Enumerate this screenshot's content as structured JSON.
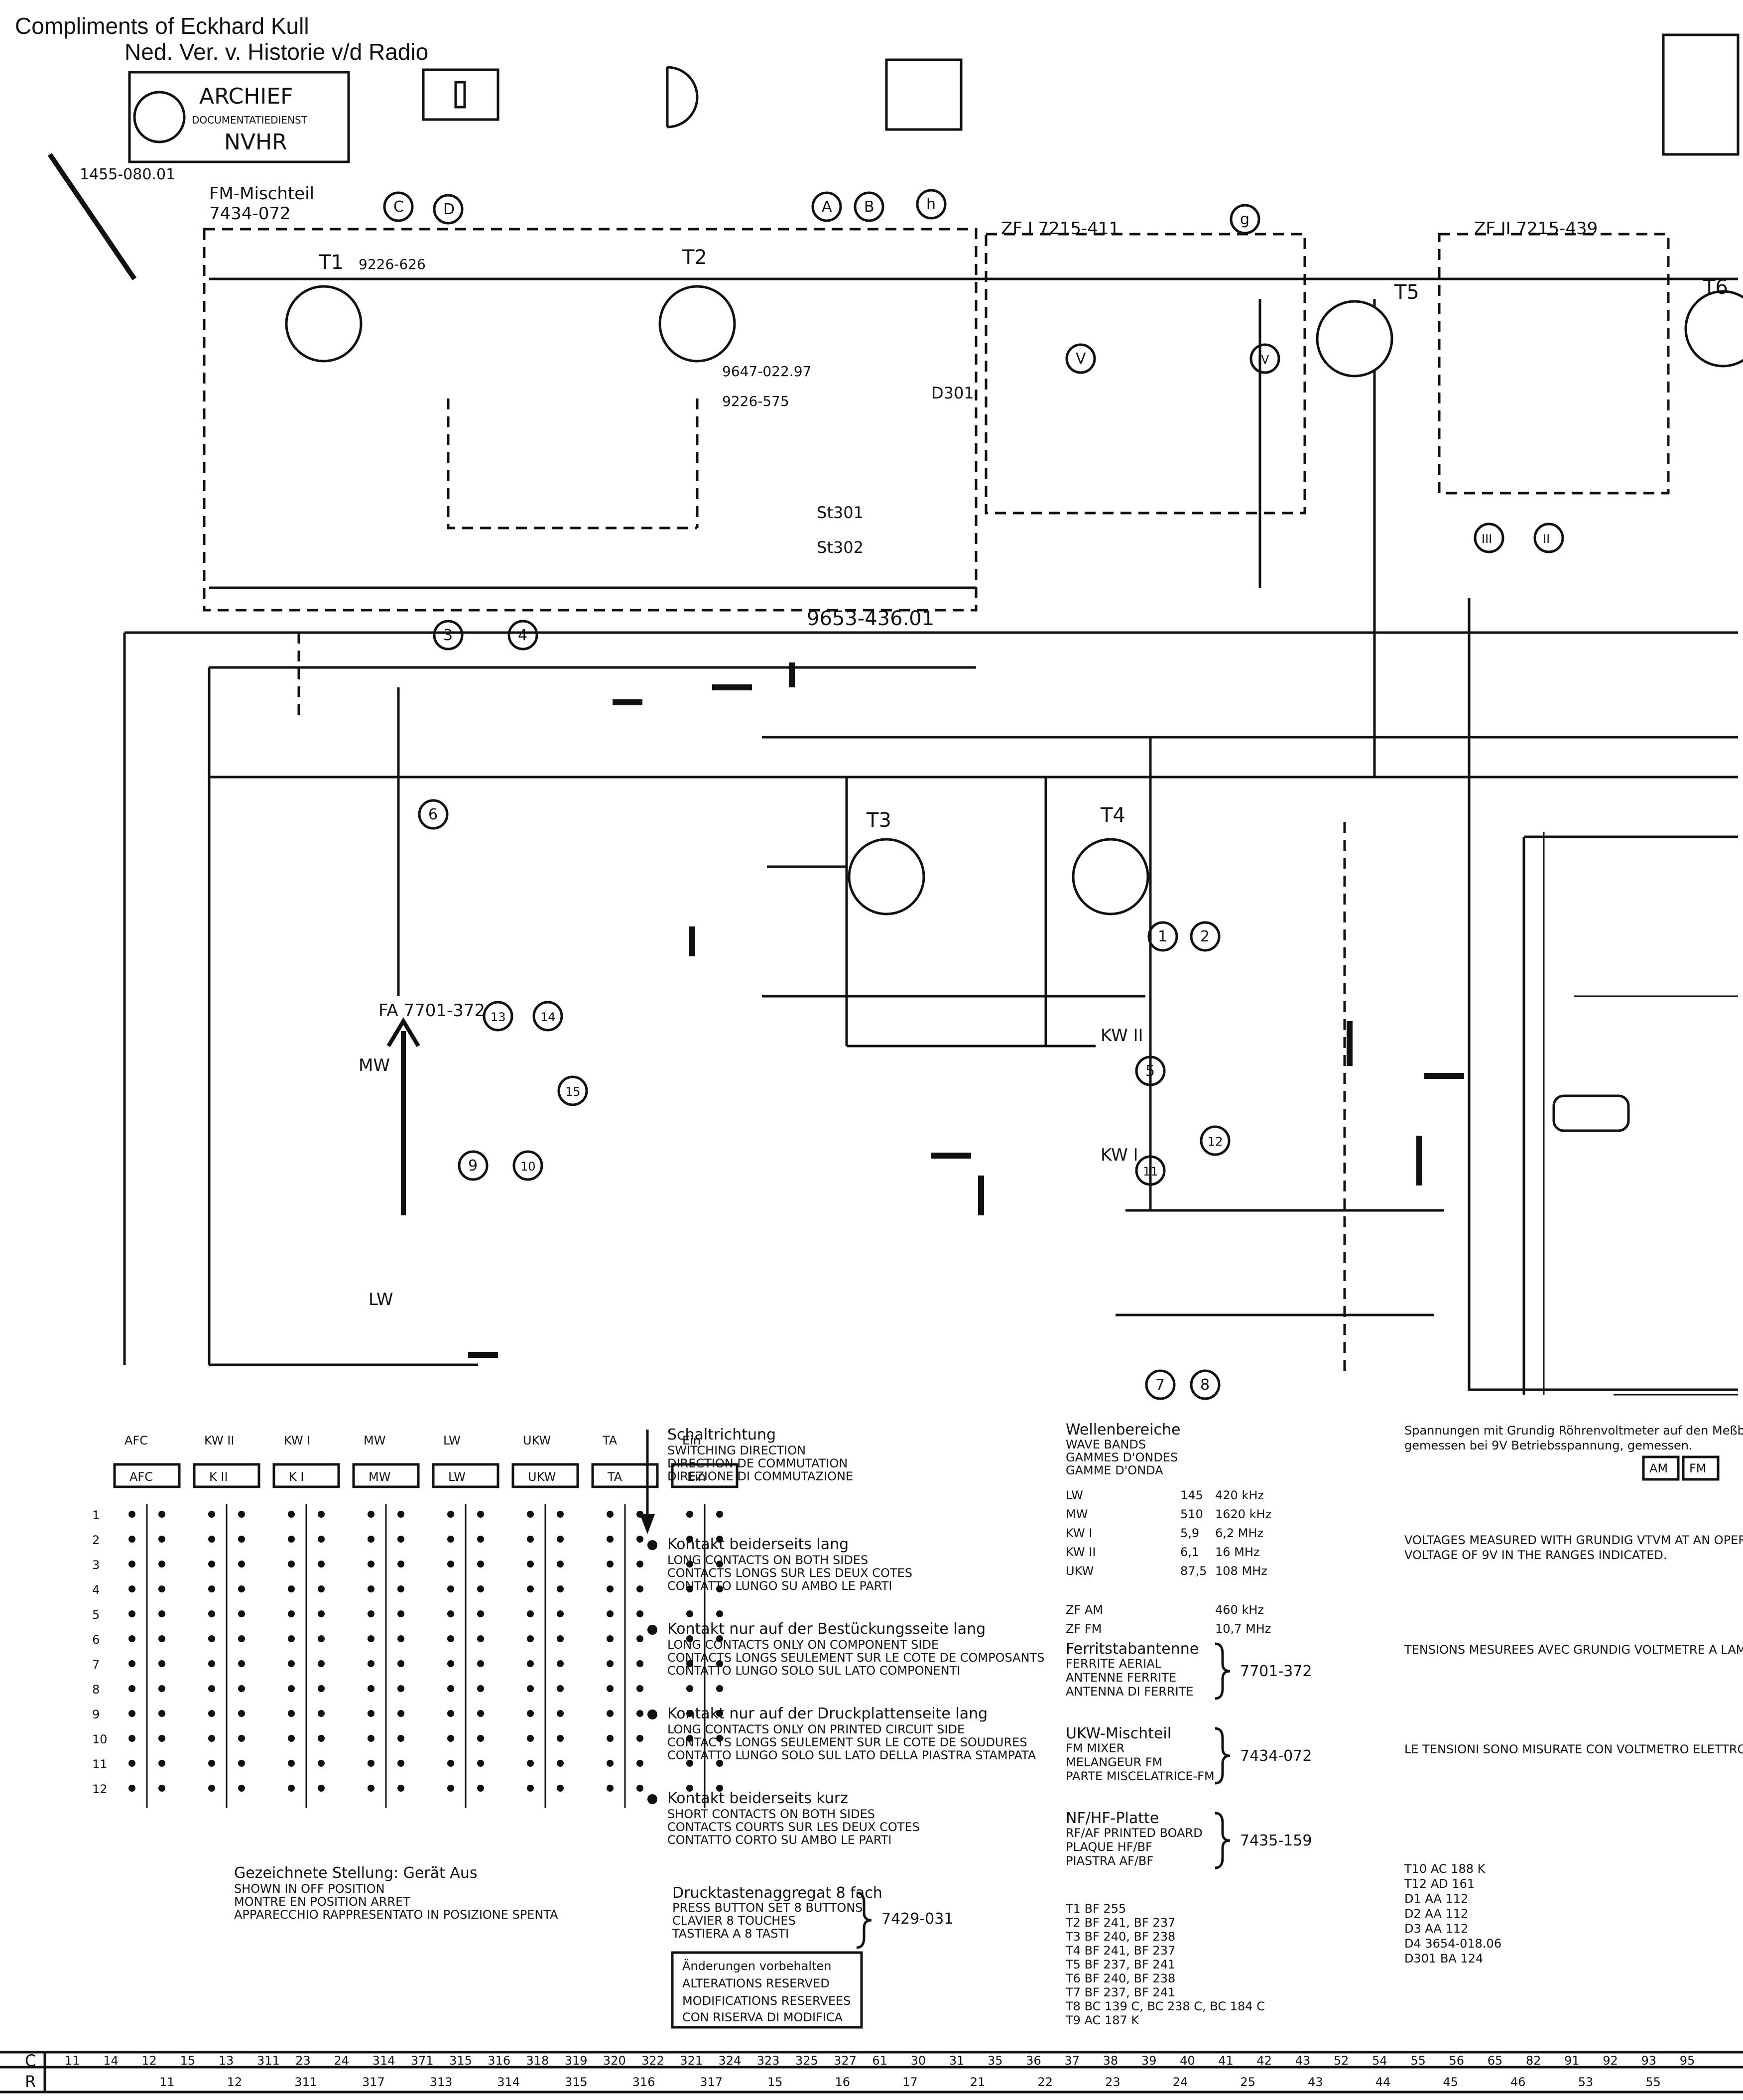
{
  "header": {
    "line1": "Compliments of Eckhard Kull",
    "line2": "Ned. Ver. v. Historie v/d Radio"
  },
  "stamp": {
    "title": "ARCHIEF",
    "subtitle": "DOCUMENTATIEDIENST",
    "org": "NVHR"
  },
  "antenna_label": "1455-080.01",
  "fm_mixer": {
    "title": "FM-Mischteil",
    "number": "7434-072"
  },
  "zf1": "ZF I  7215-411",
  "zf2": "ZF II  7215-439",
  "ferrite_label": "FA 7701-372",
  "band_labels": [
    "MW",
    "LW",
    "KW I",
    "KW II"
  ],
  "circle_labels": [
    "C",
    "D",
    "A",
    "B",
    "h",
    "g",
    "V",
    "IV",
    "3",
    "4",
    "6",
    "1",
    "2",
    "5",
    "12",
    "11",
    "7",
    "8",
    "13",
    "14",
    "15",
    "9",
    "10",
    "III",
    "II"
  ],
  "transistors": [
    "T1",
    "T2",
    "T3",
    "T4",
    "T5",
    "T6"
  ],
  "diodes": [
    "D301",
    "St301",
    "St302"
  ],
  "part_numbers": [
    "9653-436.01",
    "9226-626",
    "9226-575",
    "9647-022.97"
  ],
  "switch_headers": [
    {
      "top": "AFC",
      "box": "AFC"
    },
    {
      "top": "KW II",
      "box": "K II"
    },
    {
      "top": "KW I",
      "box": "K I"
    },
    {
      "top": "MW",
      "box": "MW"
    },
    {
      "top": "LW",
      "box": "LW"
    },
    {
      "top": "UKW",
      "box": "UKW"
    },
    {
      "top": "TA",
      "box": "TA"
    },
    {
      "top": "Ein",
      "box": "Ein"
    }
  ],
  "switch_rows": [
    "1",
    "2",
    "3",
    "4",
    "5",
    "6",
    "7",
    "8",
    "9",
    "10",
    "11",
    "12"
  ],
  "switch_caption": [
    "Gezeichnete Stellung: Gerät Aus",
    "SHOWN IN OFF POSITION",
    "MONTRE EN POSITION ARRET",
    "APPARECCHIO RAPPRESENTATO IN POSIZIONE SPENTA"
  ],
  "legend_direction": [
    "Schaltrichtung",
    "SWITCHING DIRECTION",
    "DIRECTION DE COMMUTATION",
    "DIREZIONE DI COMMUTAZIONE"
  ],
  "legend_contacts": [
    {
      "title": "Kontakt beiderseits lang",
      "lines": [
        "LONG CONTACTS ON BOTH SIDES",
        "CONTACTS LONGS SUR LES DEUX COTES",
        "CONTATTO LUNGO SU AMBO LE PARTI"
      ]
    },
    {
      "title": "Kontakt nur auf der Bestückungsseite lang",
      "lines": [
        "LONG CONTACTS ONLY ON COMPONENT SIDE",
        "CONTACTS LONGS SEULEMENT SUR LE COTE DE COMPOSANTS",
        "CONTATTO LUNGO SOLO SUL LATO COMPONENTI"
      ]
    },
    {
      "title": "Kontakt nur auf der Druckplattenseite lang",
      "lines": [
        "LONG CONTACTS ONLY ON PRINTED CIRCUIT SIDE",
        "CONTACTS LONGS SEULEMENT SUR LE COTE DE SOUDURES",
        "CONTATTO LUNGO SOLO SUL LATO DELLA PIASTRA STAMPATA"
      ]
    },
    {
      "title": "Kontakt beiderseits kurz",
      "lines": [
        "SHORT CONTACTS ON BOTH SIDES",
        "CONTACTS COURTS SUR LES DEUX COTES",
        "CONTATTO CORTO SU AMBO LE PARTI"
      ]
    }
  ],
  "bands": {
    "title": [
      "Wellenbereiche",
      "WAVE BANDS",
      "GAMMES D'ONDES",
      "GAMME D'ONDA"
    ],
    "rows": [
      [
        "LW",
        "145",
        "420 kHz"
      ],
      [
        "MW",
        "510",
        "1620 kHz"
      ],
      [
        "KW I",
        "5,9",
        "6,2 MHz"
      ],
      [
        "KW II",
        "6,1",
        "16 MHz"
      ],
      [
        "UKW",
        "87,5",
        "108 MHz"
      ],
      [
        "ZF AM",
        "",
        "460 kHz"
      ],
      [
        "ZF FM",
        "",
        "10,7 MHz"
      ]
    ]
  },
  "assemblies": [
    {
      "lines": [
        "Ferritstabantenne",
        "FERRITE AERIAL",
        "ANTENNE FERRITE",
        "ANTENNA DI FERRITE"
      ],
      "number": "7701-372"
    },
    {
      "lines": [
        "UKW-Mischteil",
        "FM MIXER",
        "MELANGEUR FM",
        "PARTE MISCELATRICE-FM"
      ],
      "number": "7434-072"
    },
    {
      "lines": [
        "NF/HF-Platte",
        "RF/AF PRINTED BOARD",
        "PLAQUE HF/BF",
        "PIASTRA AF/BF"
      ],
      "number": "7435-159"
    }
  ],
  "pushbutton": {
    "lines": [
      "Drucktastenaggregat 8 fach",
      "PRESS BUTTON SET 8 BUTTONS",
      "CLAVIER 8 TOUCHES",
      "TASTIERA A 8 TASTI"
    ],
    "number": "7429-031"
  },
  "alterations": [
    "Änderungen vorbehalten",
    "ALTERATIONS RESERVED",
    "MODIFICATIONS RESERVEES",
    "CON RISERVA DI MODIFICA"
  ],
  "transistor_list": [
    "T1 BF 255",
    "T2 BF 241, BF 237",
    "T3 BF 240, BF 238",
    "T4 BF 241, BF 237",
    "T5 BF 237, BF 241",
    "T6 BF 240, BF 238",
    "T7 BF 237, BF 241",
    "T8 BC 139 C, BC 238 C, BC 184 C",
    "T9 AC 187 K"
  ],
  "diode_list": [
    "T10 AC 188 K",
    "T12 AD 161",
    "D1 AA 112",
    "D2 AA 112",
    "D3 AA 112",
    "D4 3654-018.06",
    "D301 BA 124"
  ],
  "notes": [
    "Spannungen mit Grundig Röhrenvoltmeter auf den Meßbereichen",
    "gemessen bei 9V Betriebsspannung, gemessen.",
    "VOLTAGES MEASURED WITH GRUNDIG VTVM AT AN OPERATING",
    "VOLTAGE OF 9V IN THE RANGES INDICATED.",
    "TENSIONS MESUREES AVEC GRUNDIG VOLTMETRE A LAMPES",
    "LE TENSIONI SONO MISURATE CON VOLTMETRO ELETTRONICO"
  ],
  "note_buttons": [
    "AM",
    "FM"
  ],
  "bottom_rows": {
    "C": {
      "label": "C",
      "values": [
        "11",
        "14",
        "12",
        "15",
        "13",
        "311",
        "23",
        "24",
        "314",
        "371",
        "315",
        "316",
        "318",
        "319",
        "320",
        "322",
        "321",
        "324",
        "323",
        "325",
        "327",
        "61",
        "30",
        "31",
        "35",
        "36",
        "37",
        "38",
        "39",
        "40",
        "41",
        "42",
        "43",
        "52",
        "54",
        "55",
        "56",
        "65",
        "82",
        "91",
        "92",
        "93",
        "95"
      ]
    },
    "R": {
      "label": "R",
      "values": [
        "11",
        "12",
        "311",
        "317",
        "313",
        "314",
        "315",
        "316",
        "317",
        "15",
        "16",
        "17",
        "21",
        "22",
        "23",
        "24",
        "25",
        "43",
        "44",
        "45",
        "46",
        "53",
        "55"
      ]
    }
  }
}
